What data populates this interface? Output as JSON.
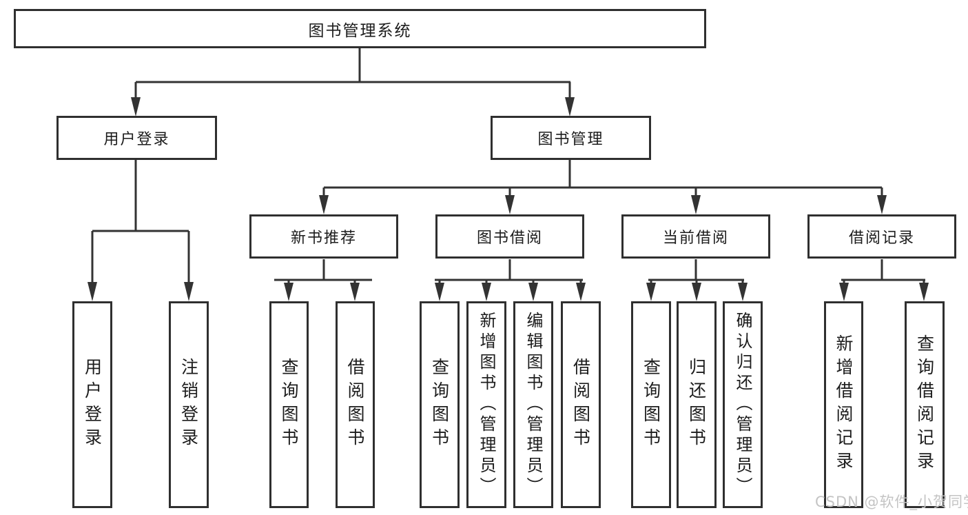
{
  "tree": {
    "root": {
      "label": "图书管理系统",
      "children": [
        {
          "label": "用户登录",
          "children": [
            {
              "label": "用户登录"
            },
            {
              "label": "注销登录"
            }
          ]
        },
        {
          "label": "图书管理",
          "children": [
            {
              "label": "新书推荐",
              "children": [
                {
                  "label": "查询图书"
                },
                {
                  "label": "借阅图书"
                }
              ]
            },
            {
              "label": "图书借阅",
              "children": [
                {
                  "label": "查询图书"
                },
                {
                  "label": "新增图书（管理员）"
                },
                {
                  "label": "编辑图书（管理员）"
                },
                {
                  "label": "借阅图书"
                }
              ]
            },
            {
              "label": "当前借阅",
              "children": [
                {
                  "label": "查询图书"
                },
                {
                  "label": "归还图书"
                },
                {
                  "label": "确认归还（管理员）"
                }
              ]
            },
            {
              "label": "借阅记录",
              "children": [
                {
                  "label": "新增借阅记录"
                },
                {
                  "label": "查询借阅记录"
                }
              ]
            }
          ]
        }
      ]
    }
  },
  "watermark": "CSDN @软件_小贺同学",
  "colors": {
    "line": "#333333",
    "box_border": "#2f2f2f",
    "text": "#1c1c1c",
    "watermark": "#c4c4c4",
    "background": "#ffffff"
  }
}
